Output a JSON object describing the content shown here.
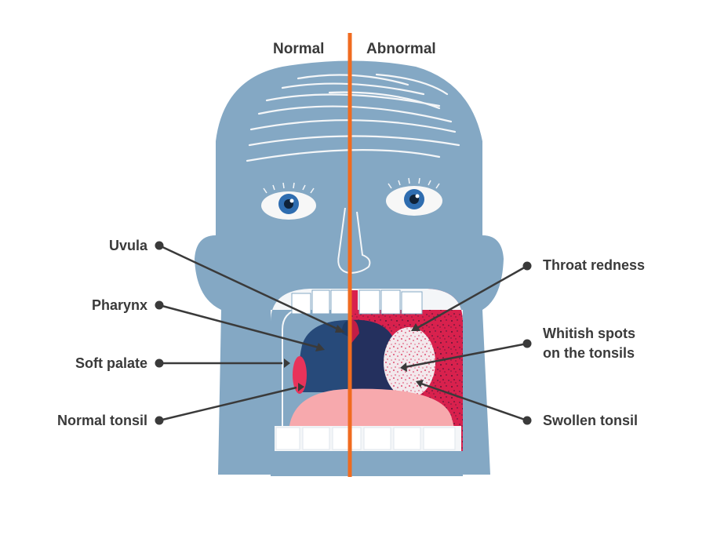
{
  "headers": {
    "left": "Normal",
    "right": "Abnormal"
  },
  "labels_left": [
    {
      "id": "uvula",
      "text": "Uvula"
    },
    {
      "id": "pharynx",
      "text": "Pharynx"
    },
    {
      "id": "soft-palate",
      "text": "Soft palate"
    },
    {
      "id": "normal-tonsil",
      "text": "Normal tonsil"
    }
  ],
  "labels_right": [
    {
      "id": "throat-redness",
      "text": "Throat redness"
    },
    {
      "id": "whitish-spots",
      "text": "Whitish spots\non the tonsils"
    },
    {
      "id": "swollen-tonsil",
      "text": "Swollen tonsil"
    }
  ],
  "colors": {
    "face": "#84a8c4",
    "face_dark": "#6f93b0",
    "divider": "#f06b1f",
    "pharynx": "#274a7a",
    "tongue": "#f7a9ad",
    "tonsil_normal": "#e8335a",
    "throat_red": "#d8214d",
    "text": "#3a3a3a"
  }
}
